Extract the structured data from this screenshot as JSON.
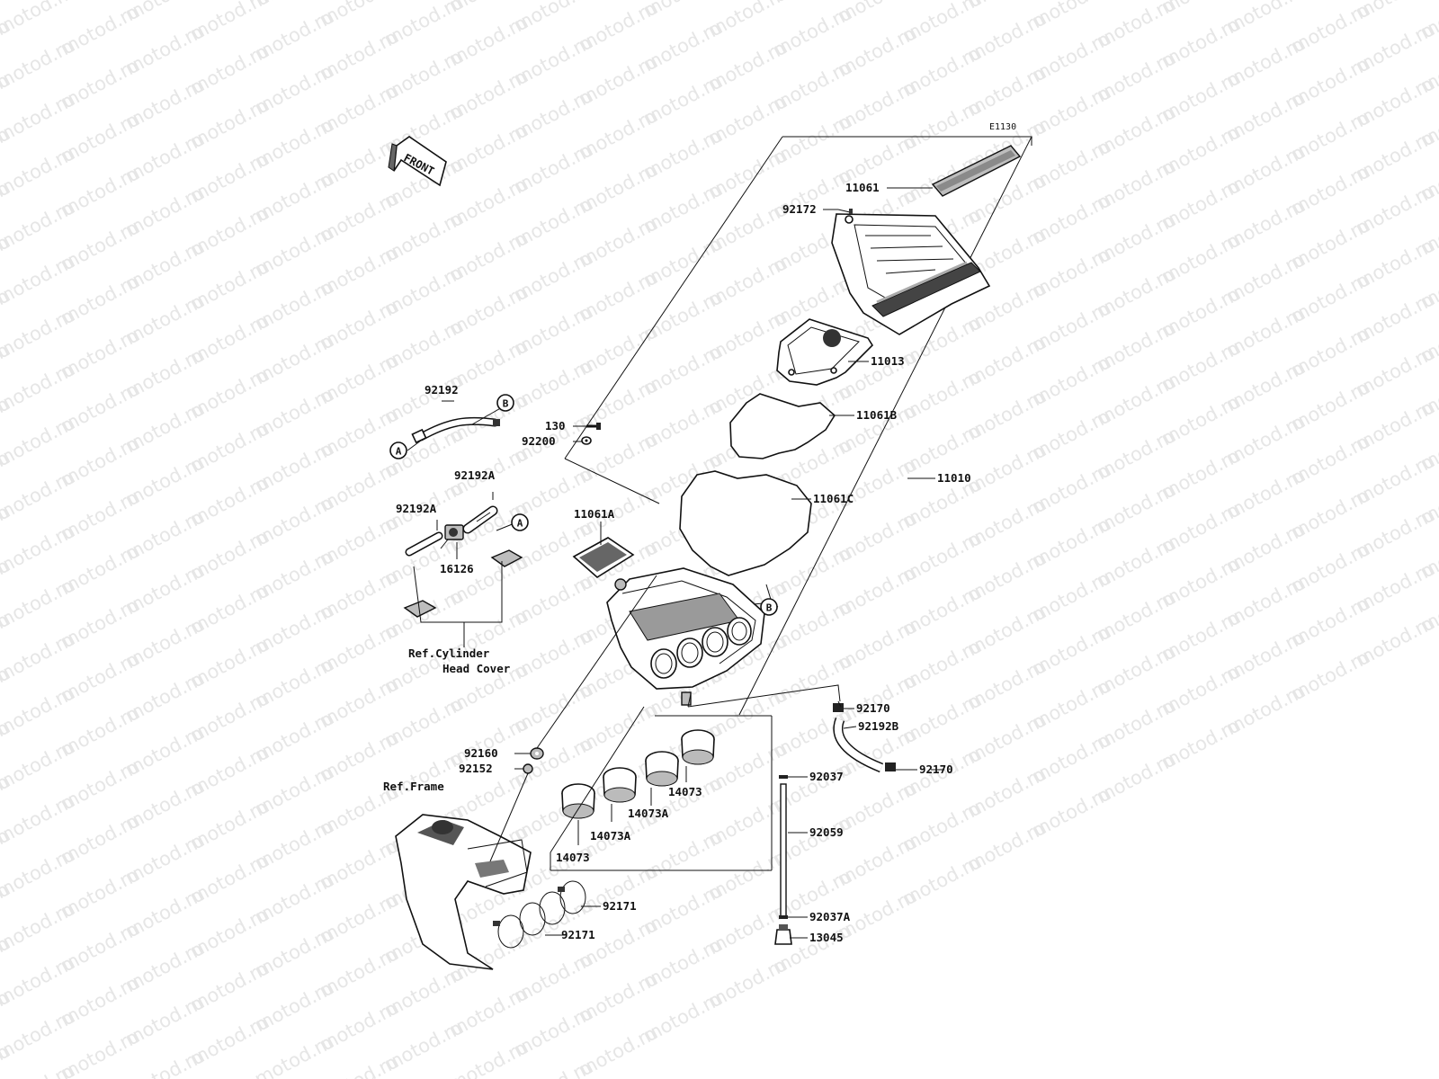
{
  "watermark": "motod.ru",
  "diagram_code": "E1130",
  "front_label": "FRONT",
  "callouts": {
    "a1": "A",
    "a2": "A",
    "b1": "B",
    "b2": "B"
  },
  "refs": {
    "cyl_line1": "Ref.Cylinder",
    "cyl_line2": "Head Cover",
    "frame": "Ref.Frame"
  },
  "labels": {
    "p11061": "11061",
    "p92172": "92172",
    "p11013": "11013",
    "p11061B": "11061B",
    "p11010": "11010",
    "p11061C": "11061C",
    "p11061A": "11061A",
    "p130": "130",
    "p92200": "92200",
    "p92192": "92192",
    "p92192A_1": "92192A",
    "p92192A_2": "92192A",
    "p16126": "16126",
    "p92170_1": "92170",
    "p92192B": "92192B",
    "p92170_2": "92170",
    "p92037": "92037",
    "p92059": "92059",
    "p92037A": "92037A",
    "p13045": "13045",
    "p92160": "92160",
    "p92152": "92152",
    "p14073_1": "14073",
    "p14073A_1": "14073A",
    "p14073A_2": "14073A",
    "p14073_2": "14073",
    "p92171_1": "92171",
    "p92171_2": "92171"
  }
}
